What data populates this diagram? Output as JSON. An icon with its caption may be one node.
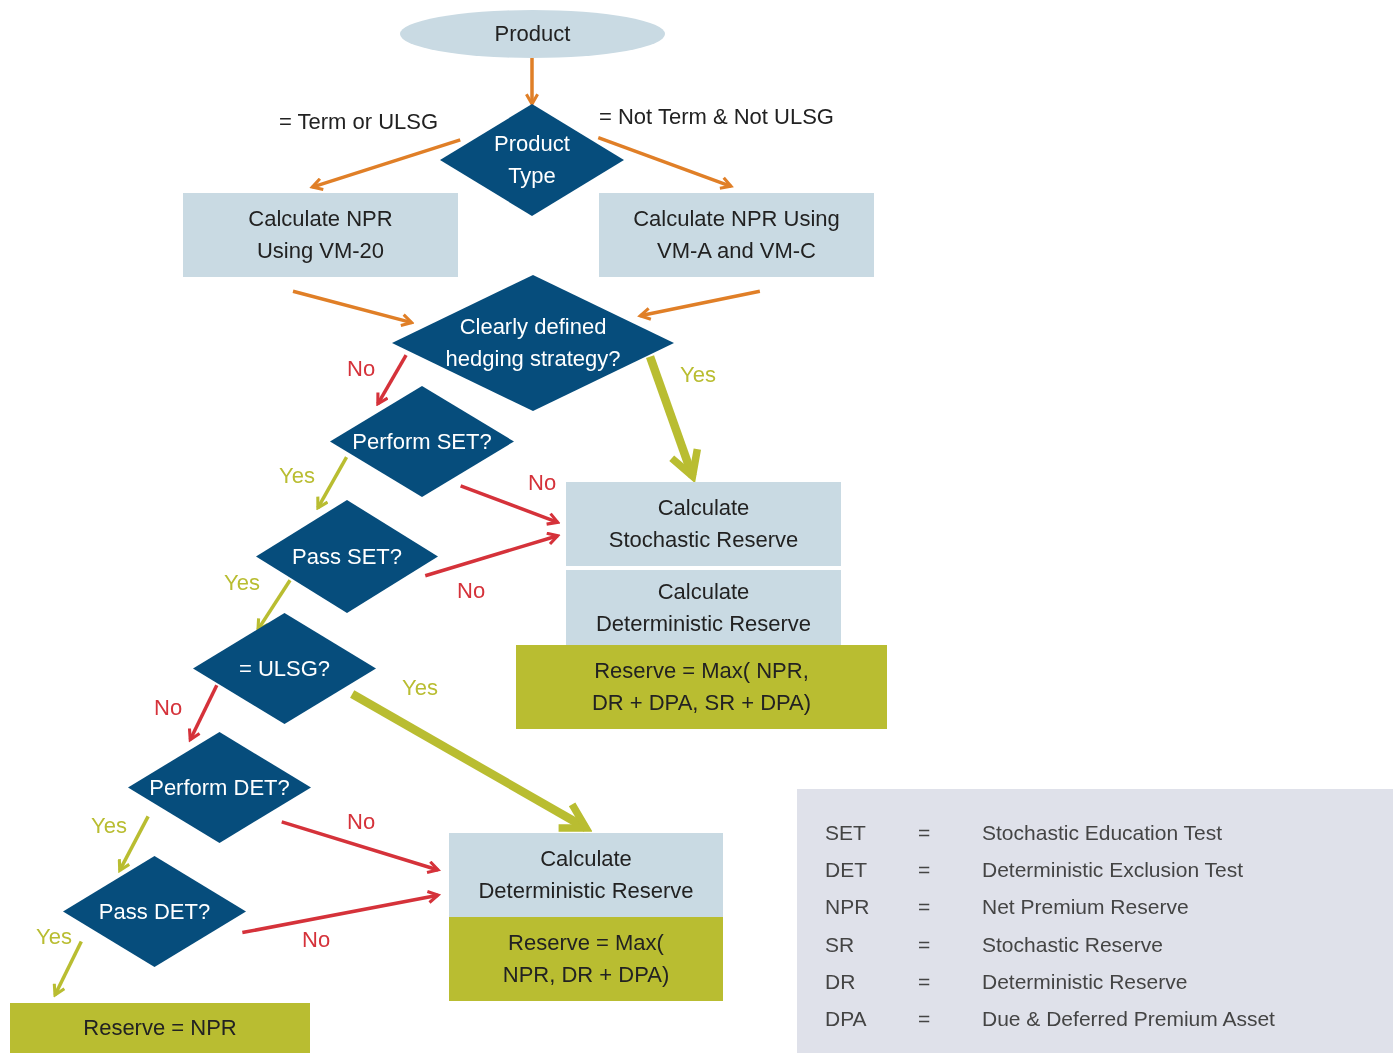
{
  "diagram": {
    "nodes": [
      {
        "text": [
          "Product"
        ]
      },
      {
        "text": [
          "Product Type"
        ]
      },
      {
        "text": [
          "Calculate NPR Using VM-20"
        ]
      },
      {
        "text": [
          "Calculate NPR Using VM-A and VM-C"
        ]
      },
      {
        "text": [
          "Clearly defined hedging strategy?"
        ]
      },
      {
        "text": [
          "Perform SET?"
        ]
      },
      {
        "text": [
          "Pass SET?"
        ]
      },
      {
        "text": [
          "Calculate Stochastic Reserve"
        ]
      },
      {
        "text": [
          "Calculate Deterministic Reserve"
        ]
      },
      {
        "text": [
          "Reserve = Max( NPR, DR + DPA, SR + DPA)"
        ]
      },
      {
        "text": [
          "= ULSG?"
        ]
      },
      {
        "text": [
          "Perform DET?"
        ]
      },
      {
        "text": [
          "Pass DET?"
        ]
      },
      {
        "text": [
          "Calculate Deterministic Reserve"
        ]
      },
      {
        "text": [
          "Reserve = Max( NPR, DR + DPA)"
        ]
      },
      {
        "text": [
          "Reserve = NPR"
        ]
      }
    ],
    "edges": [
      {
        "from": 0,
        "to": 1,
        "arrow": "to",
        "color": "#e07f27"
      },
      {
        "from": 1,
        "to": 2,
        "arrow": "to",
        "label": "= Term or ULSG",
        "color": "#e07f27"
      },
      {
        "from": 1,
        "to": 3,
        "arrow": "to",
        "label": "= Not Term & Not ULSG",
        "color": "#e07f27"
      },
      {
        "from": 2,
        "to": 4,
        "arrow": "to",
        "color": "#e07f27"
      },
      {
        "from": 3,
        "to": 4,
        "arrow": "to",
        "color": "#e07f27"
      },
      {
        "from": 4,
        "to": 5,
        "arrow": "to",
        "label": "No"
      },
      {
        "from": 4,
        "to": 7,
        "arrow": "to",
        "label": "Yes",
        "style": "thick",
        "color": "#b9bd31"
      },
      {
        "from": 5,
        "to": 6,
        "arrow": "to",
        "label": "Yes",
        "color": "#b9bd31"
      },
      {
        "from": 5,
        "to": 7,
        "arrow": "to",
        "label": "No"
      },
      {
        "from": 6,
        "to": 7,
        "arrow": "to",
        "label": "No"
      },
      {
        "from": 6,
        "to": 10,
        "arrow": "to",
        "label": "Yes",
        "color": "#b9bd31"
      },
      {
        "from": 10,
        "to": 11,
        "arrow": "to",
        "label": "No"
      },
      {
        "from": 10,
        "to": 13,
        "arrow": "to",
        "label": "Yes",
        "style": "thick",
        "color": "#b9bd31"
      },
      {
        "from": 11,
        "to": 12,
        "arrow": "to",
        "label": "Yes",
        "color": "#b9bd31"
      },
      {
        "from": 11,
        "to": 13,
        "arrow": "to",
        "label": "No"
      },
      {
        "from": 12,
        "to": 13,
        "arrow": "to",
        "label": "No"
      },
      {
        "from": 12,
        "to": 15,
        "arrow": "to",
        "label": "Yes",
        "color": "#b9bd31"
      }
    ],
    "labels": [
      "SET",
      "=",
      "Stochastic Education Test",
      "DET",
      "=",
      "Deterministic Exclusion Test",
      "NPR",
      "=",
      "Net Premium Reserve",
      "SR",
      "=",
      "Stochastic Reserve",
      "DR",
      "=",
      "Deterministic Reserve",
      "DPA",
      "=",
      "Due & Deferred Premium Asset"
    ]
  }
}
